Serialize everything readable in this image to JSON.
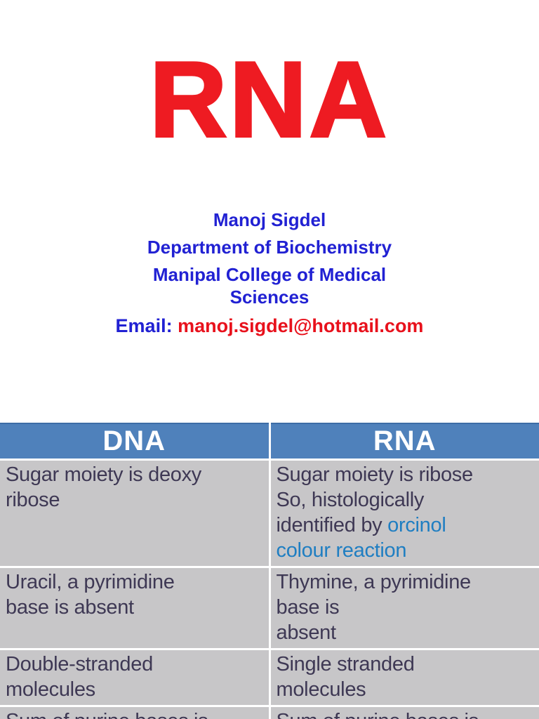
{
  "slide": {
    "title": "RNA",
    "author_block": {
      "name": "Manoj Sigdel",
      "department": "Department of Biochemistry",
      "institution": "Manipal College of Medical Sciences",
      "email_label": "Email: ",
      "email_address": "manoj.sigdel@hotmail.com"
    },
    "comparison_table": {
      "headers": [
        {
          "label": "DNA"
        },
        {
          "label": "RNA"
        }
      ],
      "rows": [
        {
          "cells": [
            {
              "segments": [
                {
                  "text": "Sugar moiety is deoxy\nribose",
                  "style": "normal"
                }
              ]
            },
            {
              "segments": [
                {
                  "text": "Sugar moiety is ribose\nSo, histologically\nidentified by ",
                  "style": "normal"
                },
                {
                  "text": "orcinol\ncolour reaction",
                  "style": "link"
                }
              ]
            }
          ]
        },
        {
          "cells": [
            {
              "segments": [
                {
                  "text": "Uracil, a pyrimidine\nbase is absent\n ",
                  "style": "normal"
                }
              ]
            },
            {
              "segments": [
                {
                  "text": "Thymine, a pyrimidine\nbase is\nabsent",
                  "style": "normal"
                }
              ]
            }
          ]
        },
        {
          "cells": [
            {
              "segments": [
                {
                  "text": "Double-stranded\nmolecules",
                  "style": "normal"
                }
              ]
            },
            {
              "segments": [
                {
                  "text": "Single stranded\nmolecules",
                  "style": "normal"
                }
              ]
            }
          ]
        },
        {
          "cells": [
            {
              "segments": [
                {
                  "text": "Sum of purine bases is",
                  "style": "normal"
                }
              ]
            },
            {
              "segments": [
                {
                  "text": "Sum of purine bases is",
                  "style": "normal"
                }
              ]
            }
          ]
        }
      ]
    },
    "colors": {
      "title_red": "#ee1b22",
      "author_blue": "#2121d3",
      "email_red": "#e8111c",
      "header_blue": "#4f81bb",
      "header_text": "#ffffff",
      "cell_gray": "#c7c6c8",
      "cell_text": "#3e3854",
      "link_blue": "#1f7ec2"
    }
  }
}
